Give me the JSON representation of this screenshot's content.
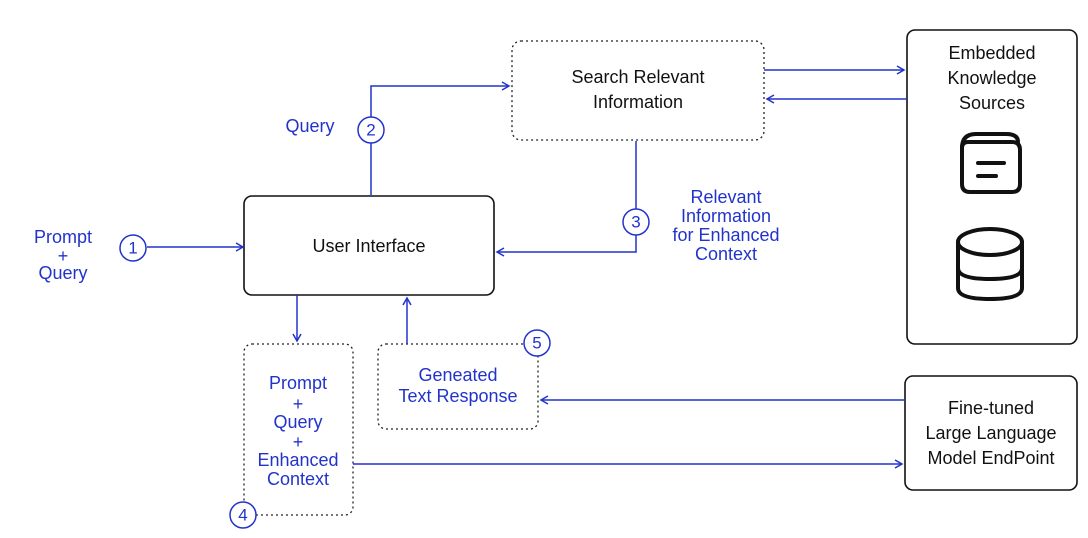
{
  "nodes": {
    "user_interface": "User Interface",
    "search": [
      "Search Relevant",
      "Information"
    ],
    "knowledge": [
      "Embedded",
      "Knowledge",
      "Sources"
    ],
    "llm": [
      "Fine-tuned",
      "Large Language",
      "Model EndPoint"
    ],
    "prompt_context": [
      "Prompt",
      "+",
      "Query",
      "+",
      "Enhanced",
      "Context"
    ],
    "generated": [
      "Geneated",
      "Text Response"
    ]
  },
  "labels": {
    "prompt_query": [
      "Prompt",
      "+",
      "Query"
    ],
    "query": "Query",
    "relevant": [
      "Relevant",
      "Information",
      "for Enhanced",
      "Context"
    ]
  },
  "steps": [
    "1",
    "2",
    "3",
    "4",
    "5"
  ],
  "icons": [
    "book-icon",
    "database-icon"
  ],
  "colors": {
    "accent": "#2233cc",
    "box_border": "#111111"
  }
}
